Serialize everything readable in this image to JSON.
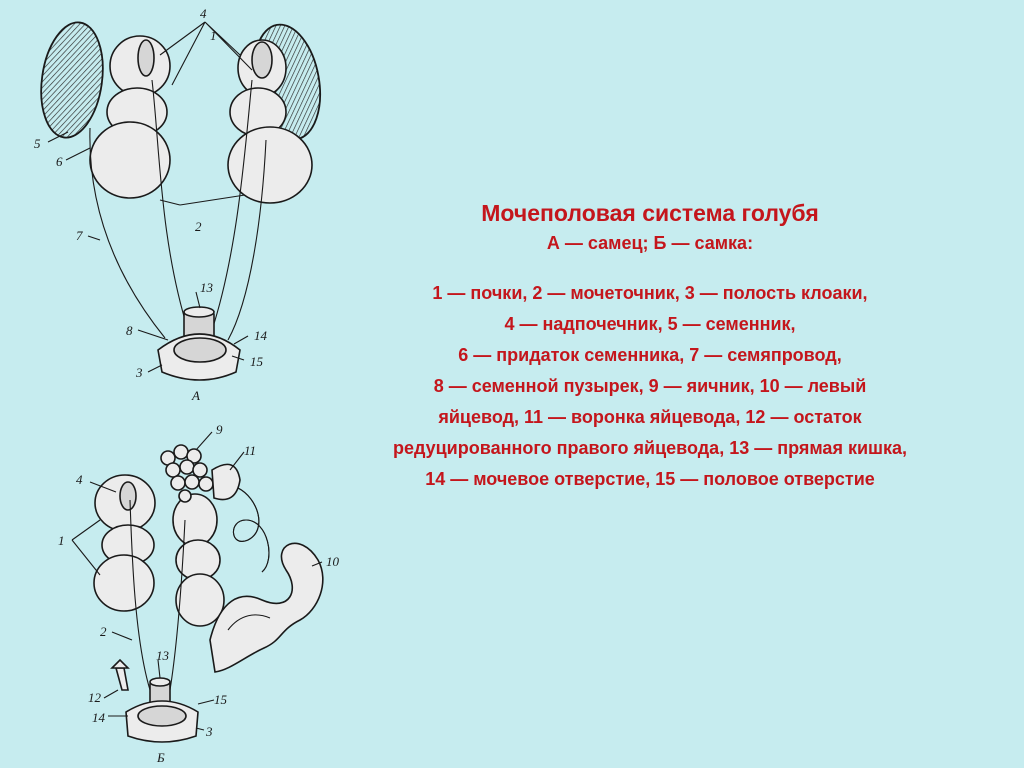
{
  "slide": {
    "title": "Мочеполовая система голубя",
    "subtitle": "А — самец; Б — самка:",
    "legend_lines": [
      "1 — почки, 2 — мочеточник, 3 — полость клоаки,",
      "4 — надпочечник, 5 — семенник,",
      "6 — придаток семенника, 7 — семяпровод,",
      "8 — семенной пузырек,  9 — яичник, 10 — левый",
      "яйцевод, 11 — воронка яйцевода,  12 — остаток",
      "редуцированного правого яйцевода,  13 — прямая кишка,",
      "14 — мочевое отверстие, 15 — половое отверстие"
    ],
    "colors": {
      "background": "#c6ecef",
      "text": "#c4161c",
      "ink": "#1a1a1a"
    }
  },
  "diagram_a": {
    "caption": "А",
    "labels": {
      "l1": "1",
      "l2": "2",
      "l3": "3",
      "l4": "4",
      "l5": "5",
      "l6": "6",
      "l7": "7",
      "l8": "8",
      "l13": "13",
      "l14": "14",
      "l15": "15"
    }
  },
  "diagram_b": {
    "caption": "Б",
    "labels": {
      "l1": "1",
      "l2": "2",
      "l3": "3",
      "l4": "4",
      "l9": "9",
      "l10": "10",
      "l11": "11",
      "l12": "12",
      "l13": "13",
      "l14": "14",
      "l15": "15"
    }
  }
}
